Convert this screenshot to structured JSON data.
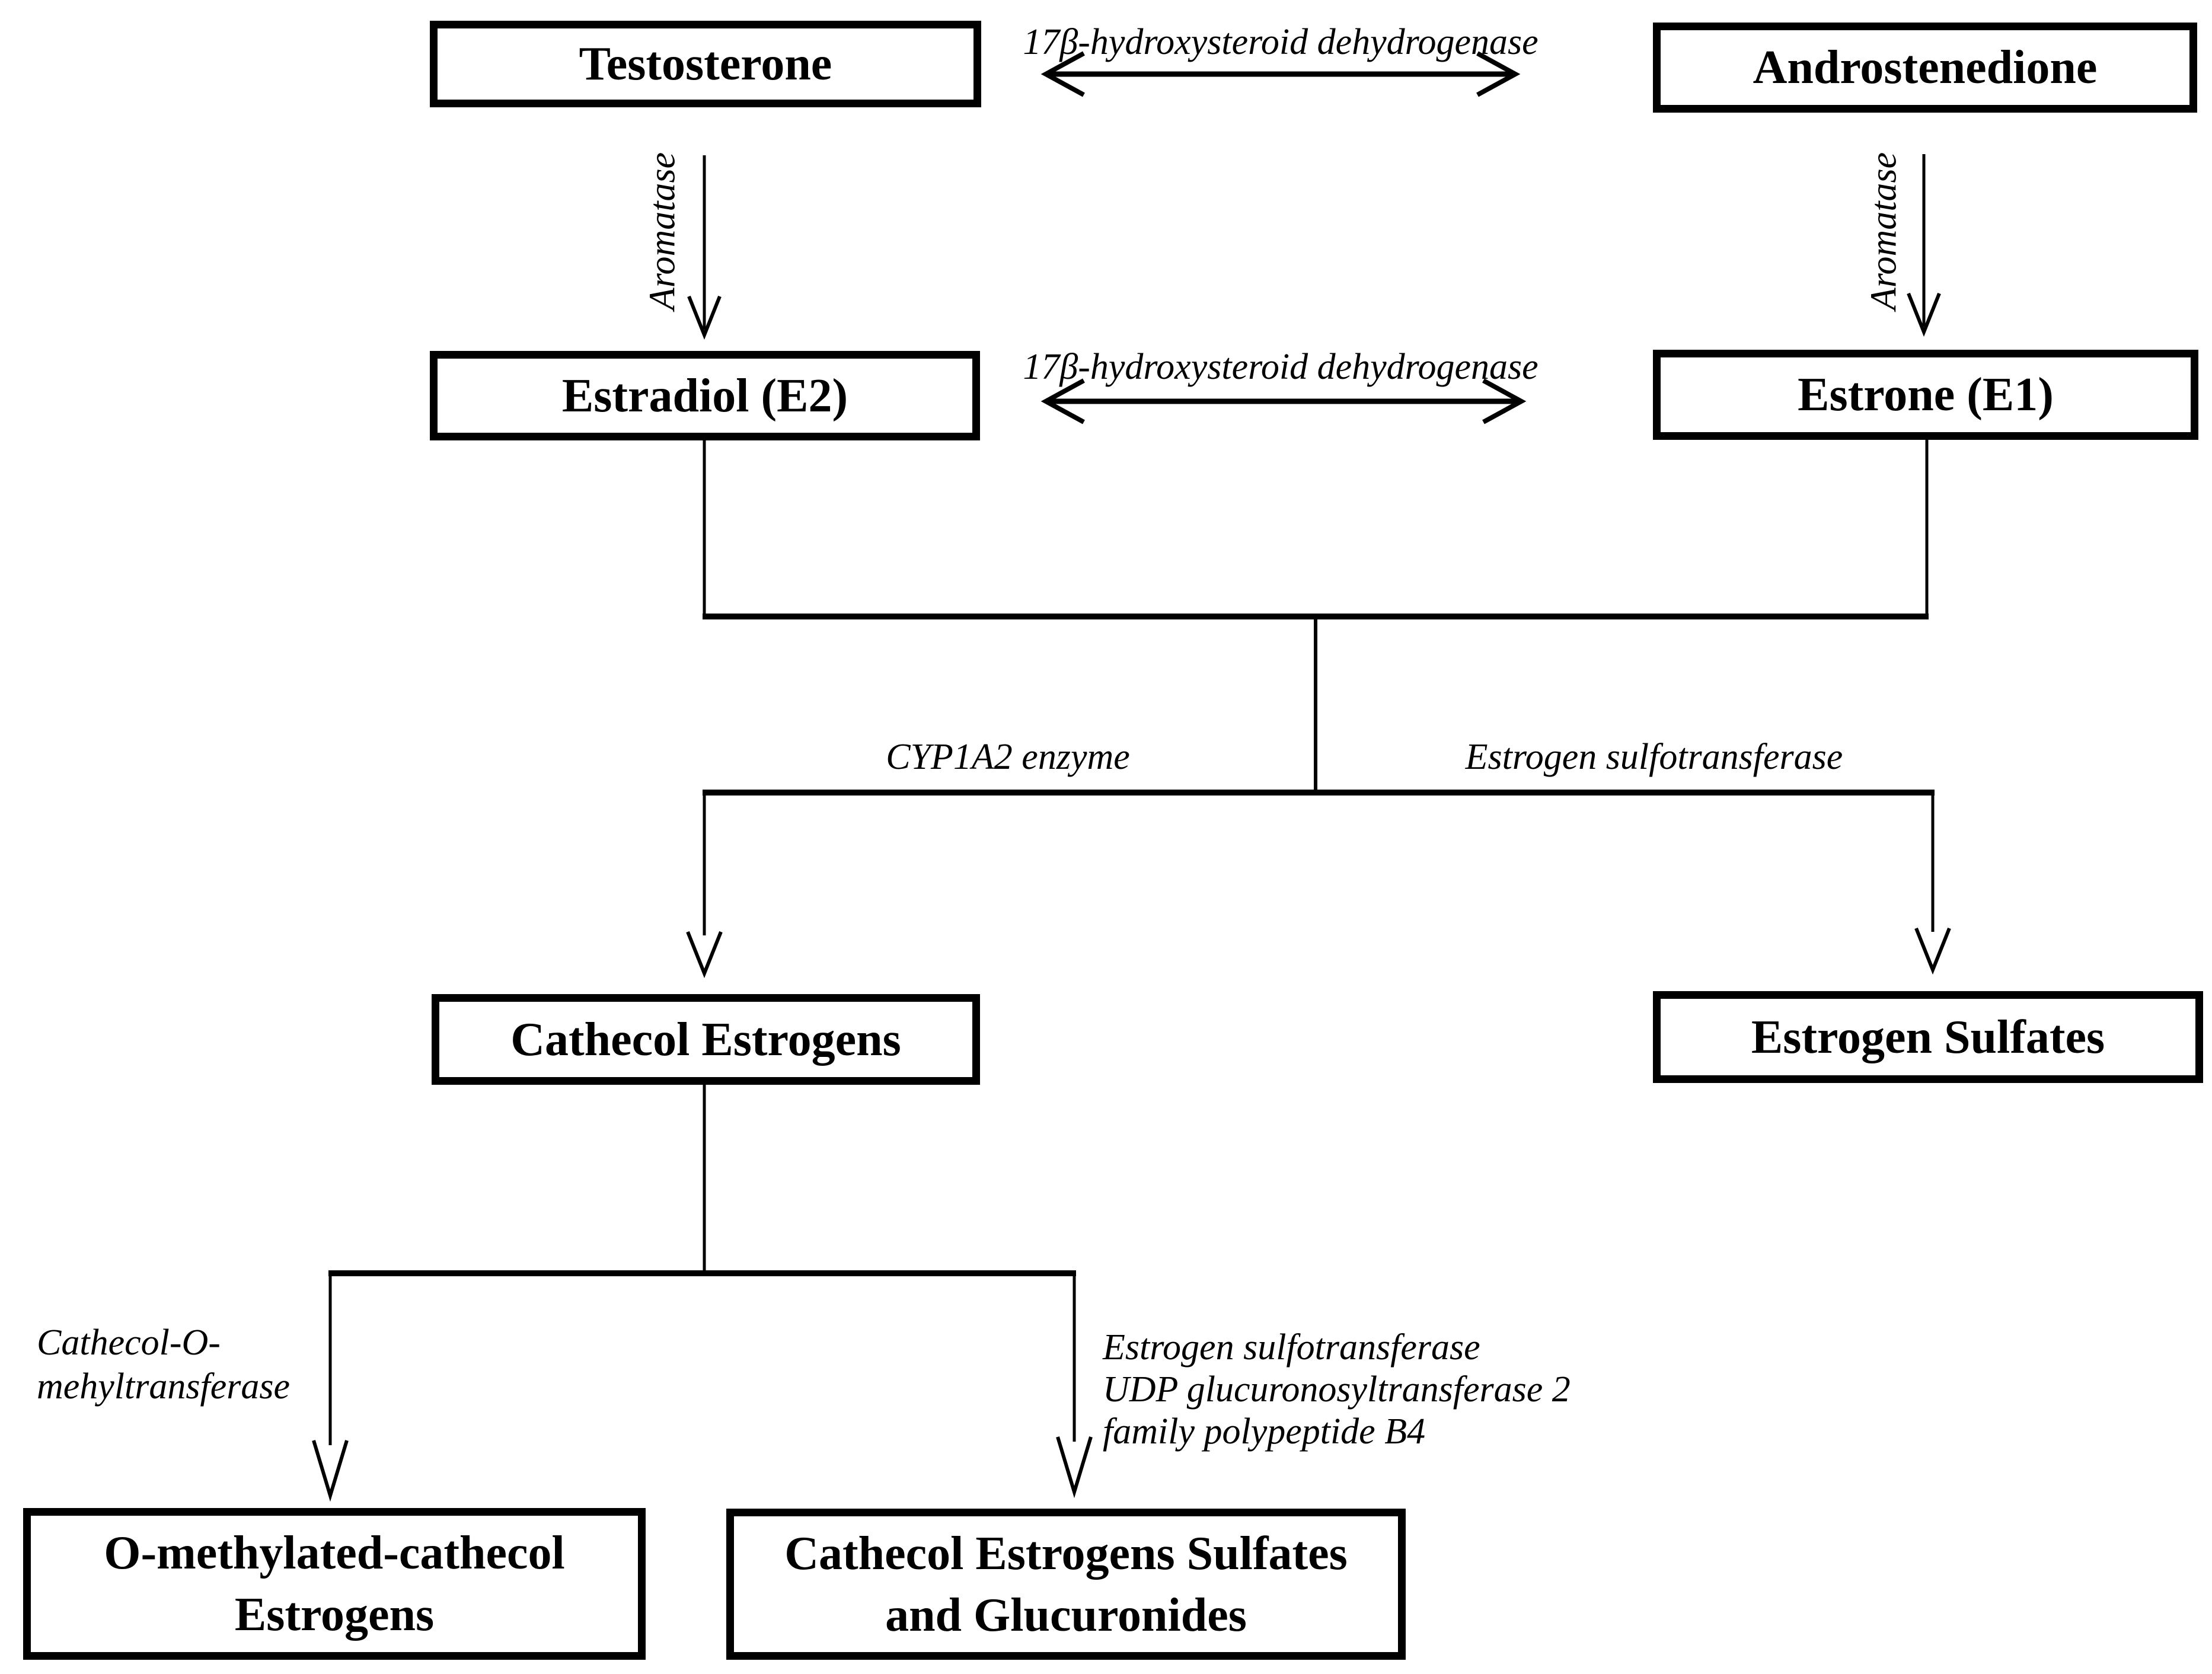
{
  "diagram": {
    "colors": {
      "line": "#000000",
      "background": "#ffffff",
      "text": "#000000"
    },
    "nodes": {
      "testosterone": {
        "label": "Testosterone"
      },
      "androstenedione": {
        "label": "Androstenedione"
      },
      "estradiol": {
        "label": "Estradiol (E2)"
      },
      "estrone": {
        "label": "Estrone (E1)"
      },
      "cathecol_estrogens": {
        "label": "Cathecol Estrogens"
      },
      "estrogen_sulfates": {
        "label": "Estrogen Sulfates"
      },
      "o_methylated": {
        "lines": [
          "O-methylated-cathecol",
          "Estrogens"
        ]
      },
      "cathecol_sulfates_glucuronides": {
        "lines": [
          "Cathecol Estrogens Sulfates",
          "and Glucuronides"
        ]
      }
    },
    "enzymes": {
      "hsd_top": "17β-hydroxysteroid dehydrogenase",
      "hsd_mid": "17β-hydroxysteroid dehydrogenase",
      "aromatase_left": "Aromatase",
      "aromatase_right": "Aromatase",
      "cyp1a2": "CYP1A2 enzyme",
      "estrogen_sulfotransferase": "Estrogen sulfotransferase",
      "comt": {
        "lines": [
          "Cathecol-O-",
          "mehyltransferase"
        ]
      },
      "right_branch": {
        "lines": [
          "Estrogen sulfotransferase",
          "UDP glucuronosyltransferase 2",
          "family  polypeptide B4"
        ]
      }
    }
  }
}
